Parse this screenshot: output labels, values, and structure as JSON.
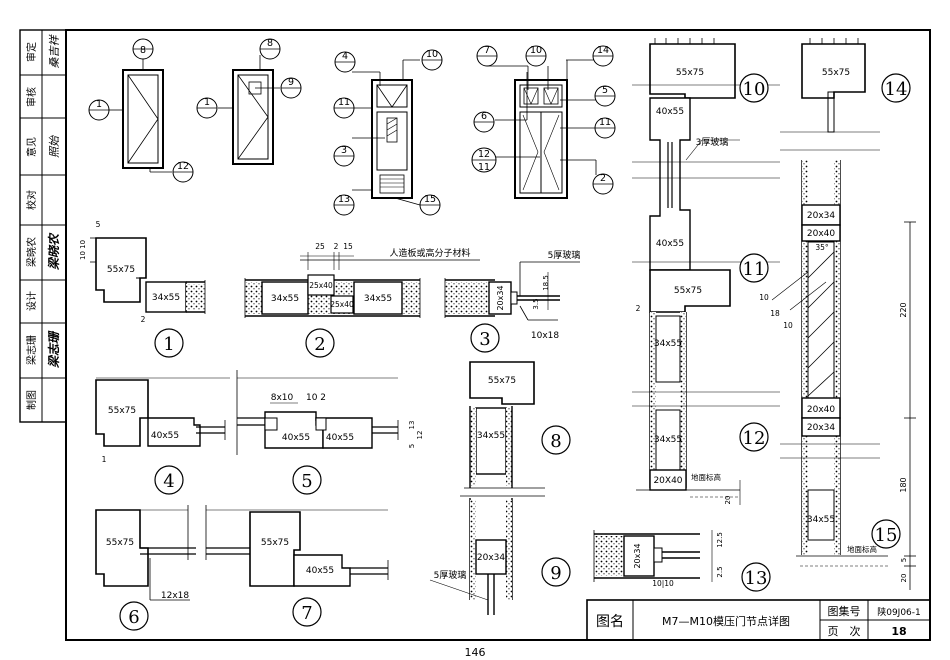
{
  "sidebar": {
    "rows": [
      {
        "role": "审定",
        "signature": "桑吉祥"
      },
      {
        "role": "审核",
        "signature": ""
      },
      {
        "role": "意见",
        "signature": "照始"
      },
      {
        "role": "校对",
        "signature": ""
      },
      {
        "role": "梁晓农",
        "signature": "梁晓农"
      },
      {
        "role": "设计",
        "signature": ""
      },
      {
        "role": "梁志珊",
        "signature": "梁志珊"
      },
      {
        "role": "制图",
        "signature": ""
      }
    ]
  },
  "title_block": {
    "name_label": "图名",
    "drawing_title": "M7—M10模压门节点详图",
    "atlas_label": "图集号",
    "atlas_number": "陕09J06-1",
    "page_label": "页　次",
    "page_value": "18"
  },
  "page_number": "146",
  "markers": [
    "1",
    "2",
    "3",
    "4",
    "5",
    "6",
    "7",
    "8",
    "9",
    "10",
    "11",
    "12",
    "13",
    "14",
    "15"
  ],
  "labels": {
    "panel": "55x75",
    "frame": "34x55",
    "stile": "40x55",
    "glass_frame": "20x34",
    "strip": "20x40",
    "strip_upper": "20X40",
    "bead": "25x40",
    "glass5": "5厚玻璃",
    "glass3": "3厚玻璃",
    "board": "人造板或高分子材料",
    "floor": "地面标高",
    "d_10x18": "10x18",
    "d_12x18": "12x18",
    "d_8x10": "8x10",
    "d_25": "25",
    "d_2": "2",
    "d_15": "15",
    "d_1010": "10 10",
    "d_102": "10 2",
    "d_5": "5",
    "d_13": "13",
    "d_12": "12",
    "d_185": "18.5",
    "d_35": "3.5",
    "d_125": "12.5",
    "d_25b": "2.5",
    "d_10": "10",
    "d_18": "18",
    "d_220": "220",
    "d_180": "180",
    "d_20": "20",
    "d_35deg": "35°",
    "d_1": "1",
    "d_1010b": "10|10"
  }
}
